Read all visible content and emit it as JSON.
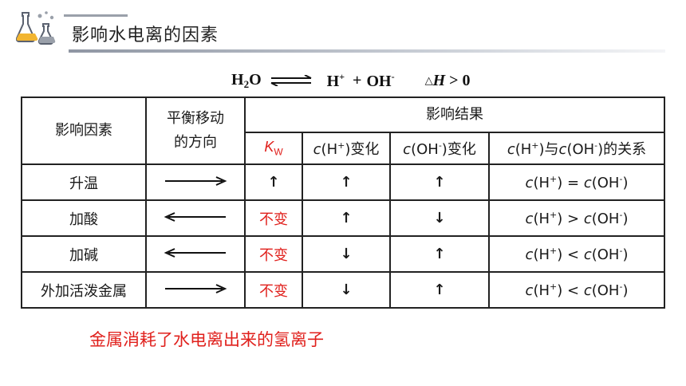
{
  "header": {
    "title": "影响水电离的因素"
  },
  "equation": {
    "h2o_main": "H",
    "h2o_sub": "2",
    "h2o_tail": "O",
    "hplus": "H",
    "hplus_sup": "+",
    "plus": "+",
    "oh": "OH",
    "oh_sup": "-",
    "delta": "△",
    "h": "H",
    "gt": "> 0"
  },
  "table": {
    "col_factor": "影响因素",
    "col_shift_line1": "平衡移动",
    "col_shift_line2": "的方向",
    "col_result": "影响结果",
    "sub_kw": "K",
    "sub_kw_sub": "W",
    "sub_ch": {
      "c": "c",
      "open": "(H",
      "sup": "+",
      "close": ")变化"
    },
    "sub_coh": {
      "c": "c",
      "open": "(OH",
      "sup": "-",
      "close": ")变化"
    },
    "sub_rel": {
      "c1": "c",
      "p1": "(H",
      "s1": "+",
      "mid": ")与",
      "c2": "c",
      "p2": "(OH",
      "s2": "-",
      "end": ")的关系"
    },
    "rows": [
      {
        "factor": "升温",
        "kw": "↑",
        "ch": "↑",
        "coh": "↑",
        "rel": {
          "c1": "c",
          "a": "(H",
          "s1": "+",
          "b": ")",
          "op": "=",
          "c2": "c",
          "d": "(OH",
          "s2": "-",
          "e": ")"
        }
      },
      {
        "factor": "加酸",
        "kw": "不变",
        "ch": "↑",
        "coh": "↓",
        "rel": {
          "c1": "c",
          "a": "(H",
          "s1": "+",
          "b": ")",
          "op": ">",
          "c2": "c",
          "d": "(OH",
          "s2": "-",
          "e": ")"
        }
      },
      {
        "factor": "加碱",
        "kw": "不变",
        "ch": "↓",
        "coh": "↑",
        "rel": {
          "c1": "c",
          "a": "(H",
          "s1": "+",
          "b": ")",
          "op": "<",
          "c2": "c",
          "d": "(OH",
          "s2": "-",
          "e": ")"
        }
      },
      {
        "factor": "外加活泼金属",
        "kw": "不变",
        "ch": "↓",
        "coh": "↑",
        "rel": {
          "c1": "c",
          "a": "(H",
          "s1": "+",
          "b": ")",
          "op": "<",
          "c2": "c",
          "d": "(OH",
          "s2": "-",
          "e": ")"
        }
      }
    ]
  },
  "note": "金属消耗了水电离出来的氢离子",
  "colors": {
    "accent_red": "#e0201c",
    "title_line": "#8f96a3",
    "border": "#222222"
  }
}
